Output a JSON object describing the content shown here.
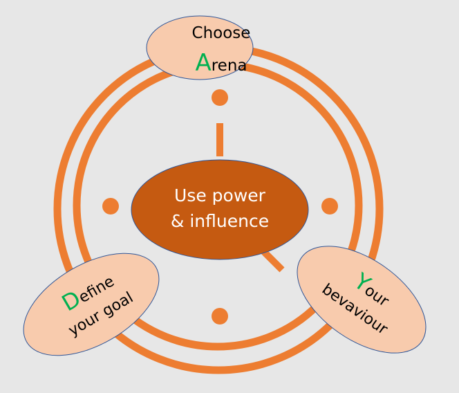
{
  "colors": {
    "ring": "#ed7d31",
    "center": "#c55a11",
    "bubble": "#f8cbad",
    "border": "#2f5597",
    "accent": "#00b050",
    "text": "#000000",
    "center_text": "#ffffff"
  },
  "center": {
    "line1": "Use power",
    "line2": "& influence"
  },
  "top": {
    "line1": "Choose",
    "initial": "A",
    "rest": "rena"
  },
  "left": {
    "initial": "D",
    "rest": "efine",
    "line2": "your goal"
  },
  "right": {
    "initial": "Y",
    "rest": "our",
    "line2": "bevaviour"
  }
}
